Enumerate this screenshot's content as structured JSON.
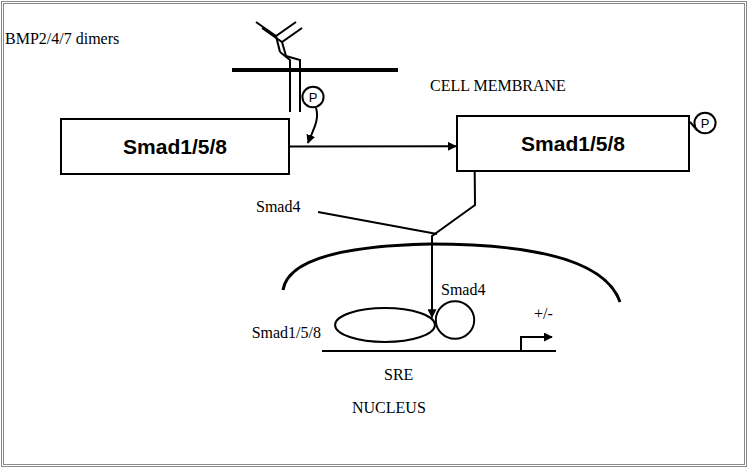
{
  "diagram": {
    "nodes": [
      {
        "text": [
          "Smad1/5/8"
        ]
      },
      {
        "text": [
          "Smad1/5/8"
        ]
      },
      {
        "text": [
          "Smad1/5/8"
        ]
      },
      {
        "text": [
          "Smad4"
        ]
      },
      {
        "text": [
          "P"
        ]
      },
      {
        "text": [
          "P"
        ]
      }
    ],
    "edges": [
      {
        "from": 0,
        "to": 1,
        "arrow": "to"
      },
      {
        "from": 5,
        "to": 1,
        "arrow": "none"
      },
      {
        "from": 1,
        "to": 2,
        "arrow": "to"
      }
    ],
    "labels": [
      "BMP2/4/7 dimers",
      "CELL MEMBRANE",
      "Smad4",
      "+/-",
      "SRE",
      "NUCLEUS"
    ]
  }
}
